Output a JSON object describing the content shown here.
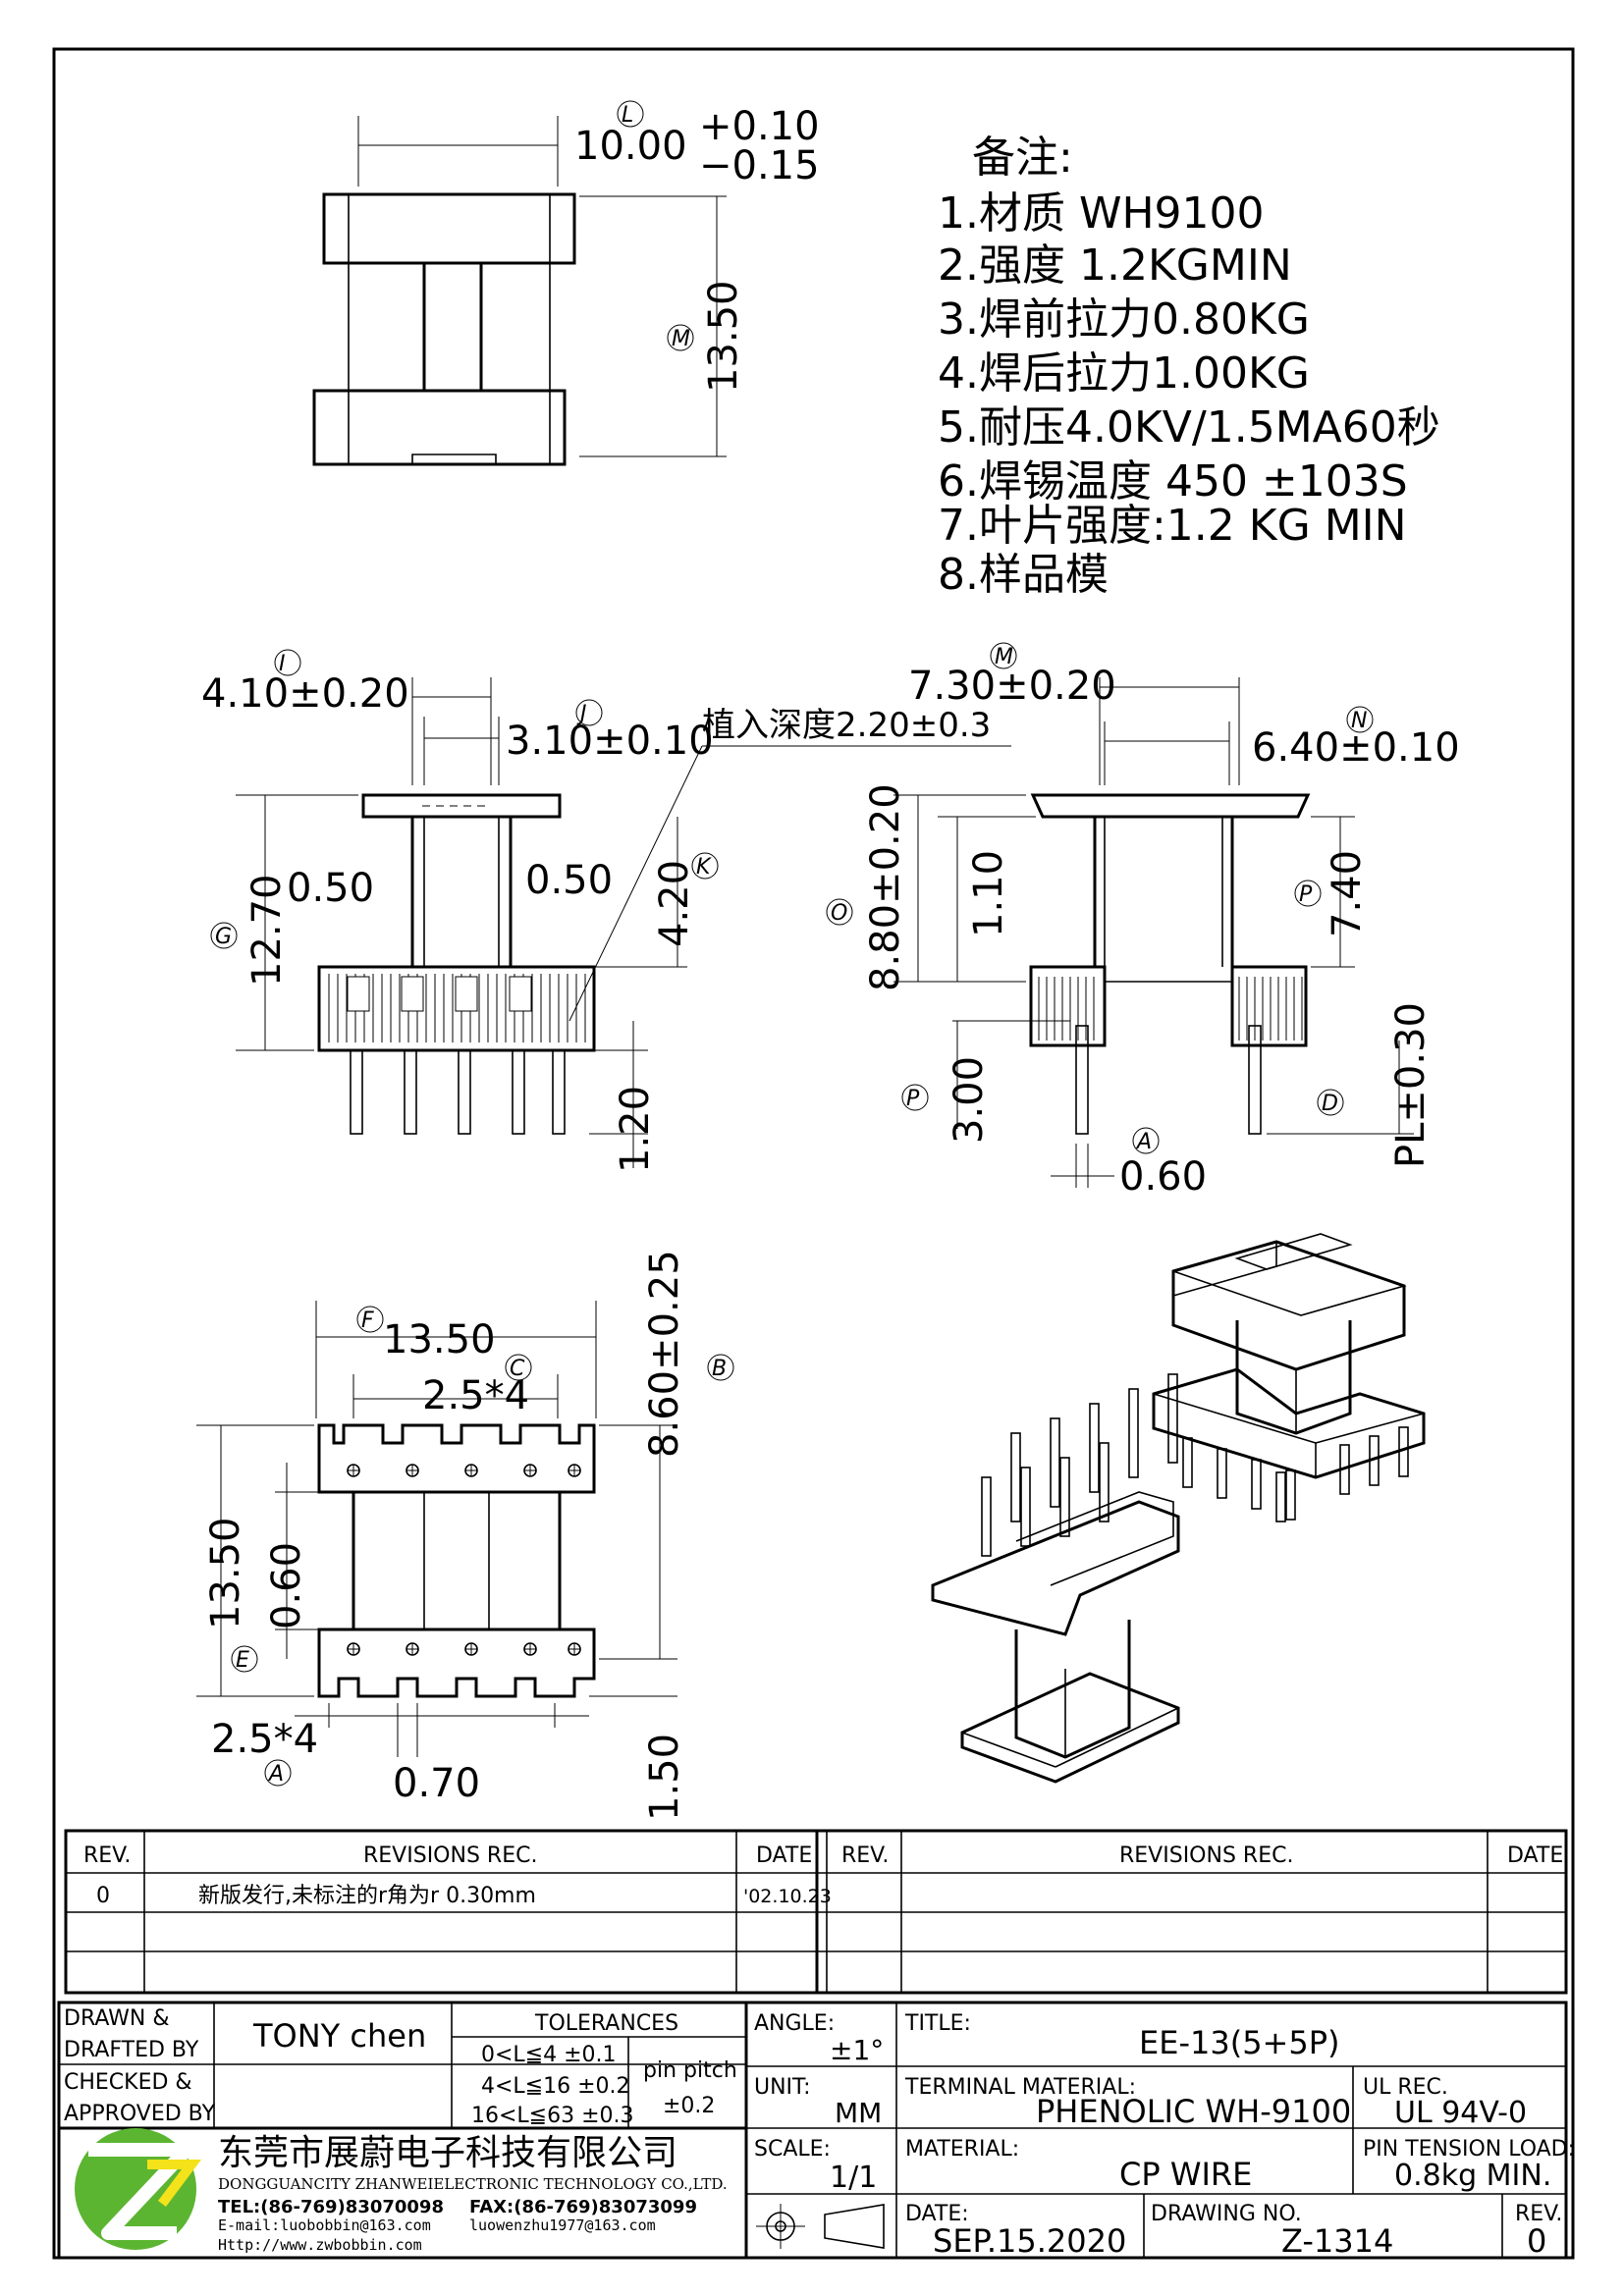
{
  "notes": {
    "heading": "备注:",
    "items": [
      "1.材质 WH9100",
      "2.强度 1.2KGMIN",
      "3.焊前拉力0.80KG",
      "4.焊后拉力1.00KG",
      "5.耐压4.0KV/1.5MA60秒",
      "6.焊锡温度 450 ±103S",
      "7.叶片强度:1.2 KG MIN",
      "8.样品模"
    ]
  },
  "dimensions": {
    "top_width": "10.00",
    "top_tol_plus": "+0.10",
    "top_tol_minus": "−0.15",
    "top_height": "13.50",
    "front_flange": "4.10±0.20",
    "front_core": "3.10±0.10",
    "insert_depth": "植入深度2.20±0.3",
    "front_height": "12.70",
    "front_left_wall": "0.50",
    "front_right_wall": "0.50",
    "front_window": "4.20",
    "front_pin_len": "1.20",
    "side_width": "7.30±0.20",
    "side_core": "6.40±0.10",
    "side_height": "8.80±0.20",
    "side_flange": "1.10",
    "side_window": "7.40",
    "side_base": "3.00",
    "side_pl": "PL±0.30",
    "side_pin": "0.60",
    "bottom_width": "13.50",
    "bottom_pitch_top": "2.5*4",
    "bottom_height_top": "8.60±0.25",
    "bottom_height": "13.50",
    "bottom_wall": "0.60",
    "bottom_pitch_bot": "2.5*4",
    "bottom_pin_w": "0.70",
    "bottom_base": "1.50"
  },
  "markers": [
    "L",
    "M",
    "I",
    "J",
    "K",
    "G",
    "N",
    "O",
    "P",
    "P",
    "D",
    "A",
    "F",
    "C",
    "B",
    "E",
    "A"
  ],
  "revisions": {
    "headers": [
      "REV.",
      "REVISIONS  REC.",
      "DATE",
      "REV.",
      "REVISIONS  REC.",
      "DATE"
    ],
    "rows": [
      {
        "rev": "0",
        "text": "新版发行,未标注的r角为r 0.30mm",
        "date": "'02.10.23"
      }
    ]
  },
  "title_block": {
    "drawn_label": "DRAWN  &\nDRAFTED BY",
    "drawn_by": "TONY  chen",
    "checked_label": "CHECKED  &\nAPPROVED BY",
    "tolerances_label": "TOLERANCES",
    "tol_rows": [
      "0<L≦4   ±0.1",
      "4<L≦16  ±0.2",
      "16<L≦63  ±0.3"
    ],
    "pin_pitch_label": "pin  pitch",
    "pin_pitch_value": "±0.2",
    "angle_label": "ANGLE:",
    "angle_value": "±1°",
    "unit_label": "UNIT:",
    "unit_value": "MM",
    "scale_label": "SCALE:",
    "scale_value": "1/1",
    "title_label": "TITLE:",
    "title_value": "EE-13(5+5P)",
    "terminal_label": "TERMINAL  MATERIAL:",
    "terminal_value": "PHENOLIC  WH-9100",
    "ul_label": "UL  REC.",
    "ul_value": "UL  94V-0",
    "material_label": "MATERIAL:",
    "material_value": "CP  WIRE",
    "pin_tension_label": "PIN  TENSION  LOAD:",
    "pin_tension_value": "0.8kg  MIN.",
    "date_label": "DATE:",
    "date_value": "SEP.15.2020",
    "drawing_no_label": "DRAWING  NO.",
    "drawing_no_value": "Z-1314",
    "rev_label": "REV.",
    "rev_value": "0"
  },
  "company": {
    "name_cn": "东莞市展蔚电子科技有限公司",
    "name_en": "DONGGUANCITY  ZHANWEIELECTRONIC  TECHNOLOGY  CO.,LTD.",
    "tel": "TEL:(86-769)83070098",
    "fax": "FAX:(86-769)83073099",
    "email1": "E-mail:luobobbin@163.com",
    "email2": "luowenzhu1977@163.com",
    "web": "Http://www.zwbobbin.com",
    "logo_color": "#5cb531",
    "logo_accent": "#f4e21a"
  }
}
